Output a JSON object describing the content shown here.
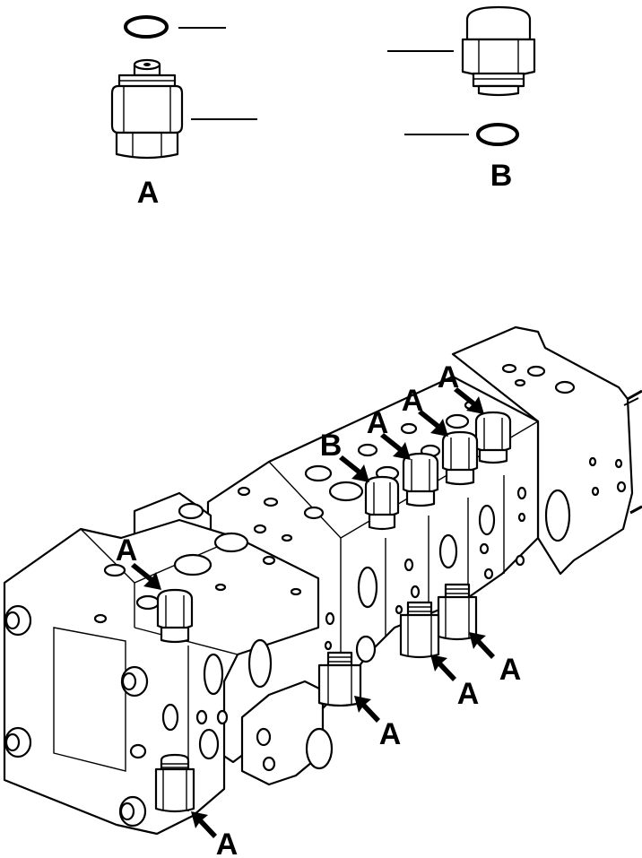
{
  "labels": {
    "detail_a": "A",
    "detail_b": "B",
    "callouts": [
      "A",
      "A",
      "A",
      "B",
      "A",
      "A",
      "A",
      "A",
      "A"
    ]
  }
}
